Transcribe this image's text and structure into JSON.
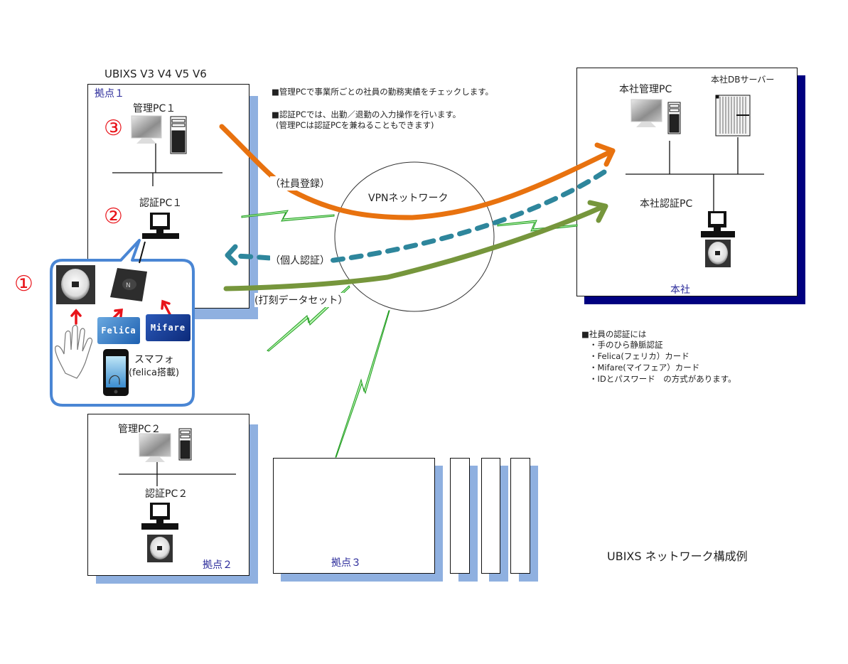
{
  "title": "UBIXS V3 V4 V5 V6",
  "caption": "UBIXS ネットワーク構成例",
  "notes_top": [
    "■管理PCで事業所ごとの社員の勤務実績をチェックします。",
    "■認証PCでは、出勤／退勤の入力操作を行います。",
    "(管理PCは認証PCを兼ねることもできます)"
  ],
  "notes_auth": {
    "heading": "■社員の認証には",
    "items": [
      "・手のひら静脈認証",
      "・Felica(フェリカ）カード",
      "・Mifare(マイフェア）カード",
      "・IDとパスワード　の方式があります。"
    ]
  },
  "network": {
    "label": "VPNネットワーク"
  },
  "flows": {
    "registration": "（社員登録）",
    "personal_auth": "（個人認証）",
    "stamp_data": "(打刻データセット）"
  },
  "flow_colors": {
    "registration": "#e8720f",
    "personal_auth": "#2e869c",
    "stamp_data": "#76963c",
    "wireless": "#1f9a1f"
  },
  "site1": {
    "label": "拠点１",
    "admin_pc": "管理PC１",
    "auth_pc": "認証PC１",
    "markers": [
      "①",
      "②",
      "③"
    ],
    "devices": {
      "felica_card": "FeliCa",
      "mifare_card": "Mifare",
      "smartphone_line1": "スマフォ",
      "smartphone_line2": "(felica搭載)"
    }
  },
  "site2": {
    "label": "拠点２",
    "admin_pc": "管理PC２",
    "auth_pc": "認証PC２"
  },
  "site3": {
    "label": "拠点３"
  },
  "hq": {
    "label": "本社",
    "admin_pc": "本社管理PC",
    "db_server": "本社DBサーバー",
    "auth_pc": "本社認証PC"
  }
}
